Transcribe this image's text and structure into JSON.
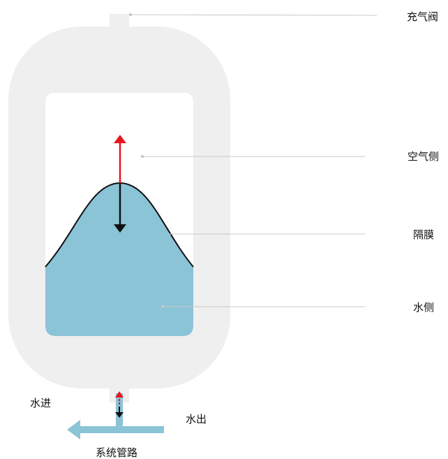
{
  "labels": {
    "valve": "充气阀",
    "air_side": "空气侧",
    "diaphragm": "隔膜",
    "water_side": "水侧",
    "water_in": "水进",
    "water_out": "水出",
    "system_pipe": "系统管路"
  },
  "colors": {
    "tank_shell": "#efefef",
    "tank_interior": "#ffffff",
    "water": "#8bc3d7",
    "diaphragm_line": "#111111",
    "leader_line": "#c8c8c8",
    "arrow_up": "#e8141e",
    "arrow_down": "#111111",
    "pipe": "#8bc3d7"
  },
  "icons": {
    "arrow_air": "up-red-arrow",
    "arrow_water": "down-black-arrow",
    "arrow_pipe_left": "left-arrow"
  }
}
